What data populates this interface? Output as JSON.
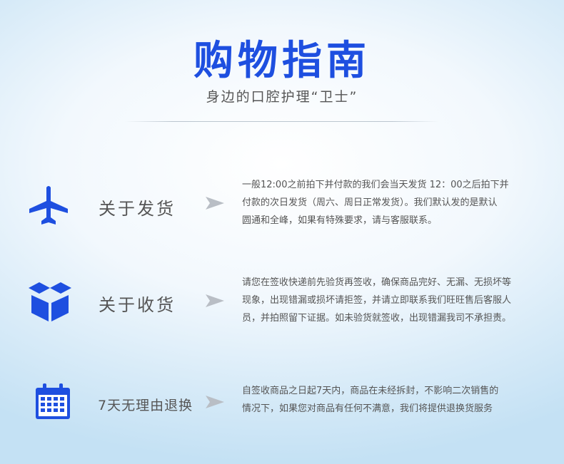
{
  "header": {
    "title": "购物指南",
    "subtitle": "身边的口腔护理“卫士”"
  },
  "colors": {
    "accent": "#1e4fe0",
    "arrow": "#b9bec5"
  },
  "sections": [
    {
      "icon": "airplane-icon",
      "label": "关于发货",
      "lines": [
        "一般12:00之前拍下并付款的我们会当天发货 12：00之后拍下并",
        "付款的次日发货（周六、周日正常发货）。我们默认发的是默认",
        "圆通和全峰，如果有特殊要求，请与客服联系。"
      ]
    },
    {
      "icon": "open-box-icon",
      "label": "关于收货",
      "lines": [
        "请您在签收快递前先验货再签收，确保商品完好、无漏、无损坏等",
        "现象，出现错漏或损坏请拒签，并请立即联系我们旺旺售后客服人",
        "员，并拍照留下证据。如未验货就签收，出现错漏我司不承担责。"
      ]
    },
    {
      "icon": "calendar-icon",
      "label": "7天无理由退换",
      "lines": [
        "自签收商品之日起7天内，商品在未经拆封，不影响二次销售的",
        "情况下，如果您对商品有任何不满意，我们将提供退换货服务"
      ]
    }
  ]
}
